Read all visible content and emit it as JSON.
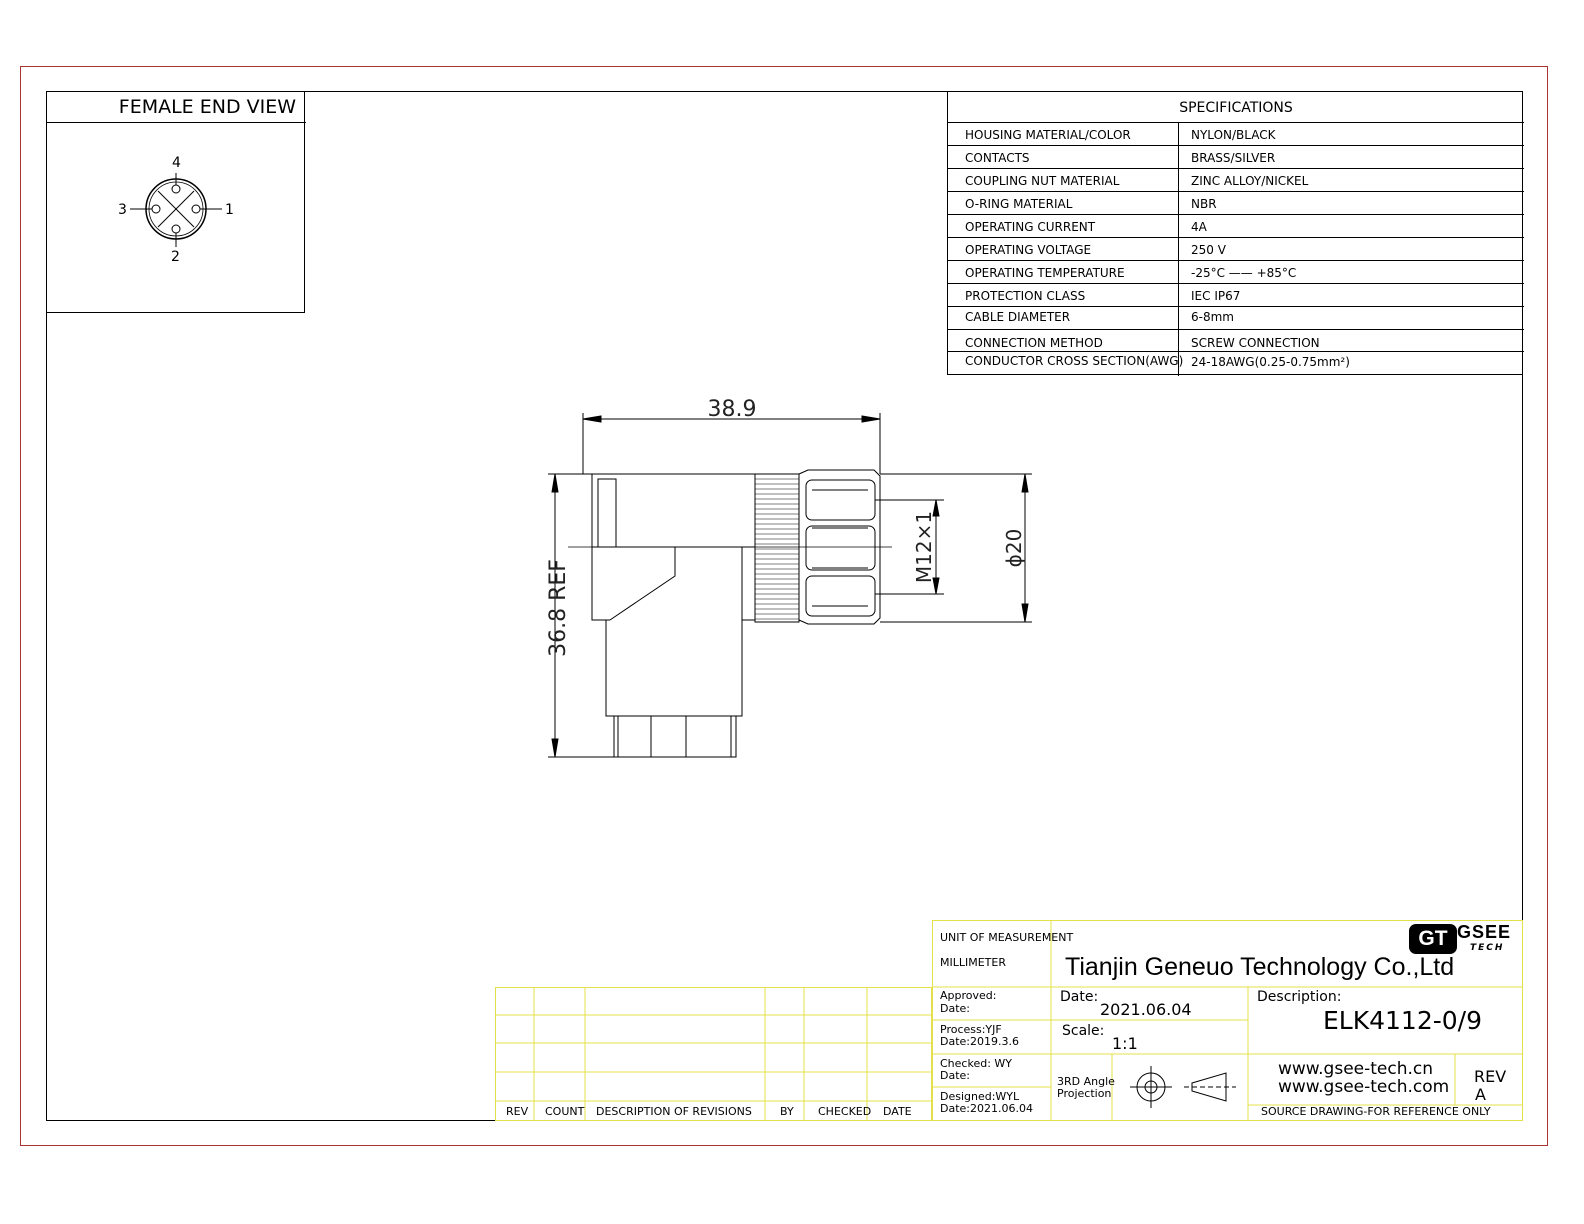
{
  "end_view": {
    "title": "FEMALE END VIEW",
    "pins": [
      "1",
      "2",
      "3",
      "4"
    ]
  },
  "specifications": {
    "title": "SPECIFICATIONS",
    "rows": [
      {
        "key": "HOUSING MATERIAL/COLOR",
        "value": "NYLON/BLACK"
      },
      {
        "key": "CONTACTS",
        "value": "BRASS/SILVER"
      },
      {
        "key": "COUPLING NUT MATERIAL",
        "value": "ZINC ALLOY/NICKEL"
      },
      {
        "key": "O-RING MATERIAL",
        "value": "NBR"
      },
      {
        "key": "OPERATING CURRENT",
        "value": "4A"
      },
      {
        "key": "OPERATING VOLTAGE",
        "value": "250 V"
      },
      {
        "key": "OPERATING TEMPERATURE",
        "value": "-25°C —— +85°C"
      },
      {
        "key": "PROTECTION CLASS",
        "value": "IEC  IP67"
      },
      {
        "key": "CABLE  DIAMETER",
        "value": "6-8mm"
      },
      {
        "key": "CONNECTION  METHOD",
        "value": "SCREW  CONNECTION"
      },
      {
        "key": "CONDUCTOR  CROSS  SECTION(AWG)",
        "value": "24-18AWG(0.25-0.75mm²)"
      }
    ]
  },
  "dimensions": {
    "length": "38.9",
    "height": "36.8 REF",
    "thread": "M12×1",
    "diameter": "ϕ20"
  },
  "revisions": {
    "headers": [
      "REV",
      "COUNT",
      "DESCRIPTION  OF  REVISIONS",
      "BY",
      "CHECKED",
      "DATE"
    ]
  },
  "title_block": {
    "unit_label": "UNIT OF MEASUREMENT",
    "unit_value": "MILLIMETER",
    "company": "Tianjin Geneuo Technology Co.,Ltd",
    "logo_mark": "GT",
    "logo_word": "GSEE",
    "logo_sub": "TECH",
    "approved": "Approved:",
    "approved_date": "Date:",
    "process": "Process:YJF",
    "process_date": "Date:2019.3.6",
    "checked": "Checked: WY",
    "checked_date": "Date:",
    "designed": "Designed:WYL",
    "designed_date": "Date:2021.06.04",
    "date_label": "Date:",
    "date_value": "2021.06.04",
    "scale_label": "Scale:",
    "scale_value": "1:1",
    "projection_line1": "3RD Angle",
    "projection_line2": "Projection",
    "description_label": "Description:",
    "description_value": "ELK4112-0/9",
    "website1": "www.gsee-tech.cn",
    "website2": "www.gsee-tech.com",
    "rev_label": "REV",
    "rev_value": "A",
    "note": "SOURCE DRAWING-FOR REFERENCE ONLY"
  }
}
